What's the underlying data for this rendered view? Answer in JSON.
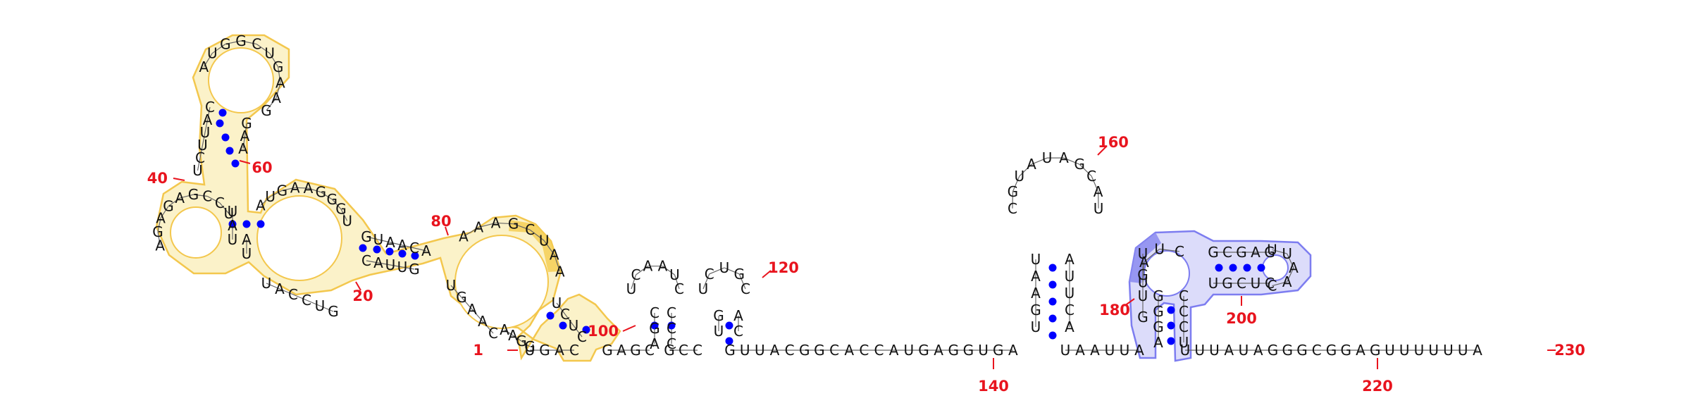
{
  "colors": {
    "background": "#ffffff",
    "base_pair_dot": "#0000ff",
    "index_label": "#e8141e",
    "yellow_outline": "#f3c74d",
    "yellow_fill": "#fbf2c9",
    "yellow_strong": "#f5cf55",
    "blue_outline": "#7d7df0",
    "blue_fill": "#dcdcfa",
    "blue_strong": "#8f8ff0"
  },
  "labels": [
    {
      "text": "1"
    },
    {
      "text": "20"
    },
    {
      "text": "40"
    },
    {
      "text": "60"
    },
    {
      "text": "80"
    },
    {
      "text": "100"
    },
    {
      "text": "120"
    },
    {
      "text": "140"
    },
    {
      "text": "160"
    },
    {
      "text": "180"
    },
    {
      "text": "200"
    },
    {
      "text": "220"
    },
    {
      "text": "230"
    }
  ]
}
